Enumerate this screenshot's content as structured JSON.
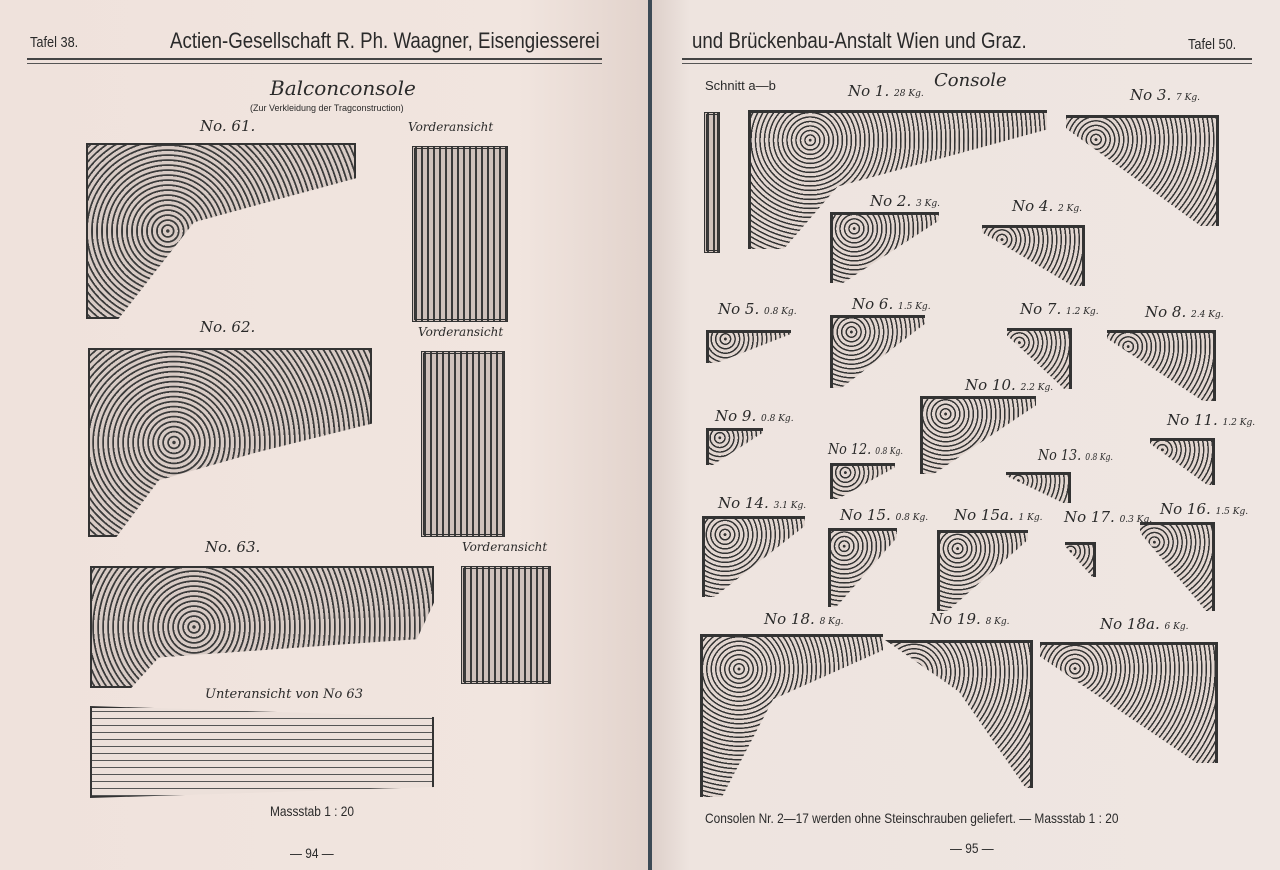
{
  "left_page": {
    "plate": "Tafel 38.",
    "header": "Actien-Gesellschaft R. Ph. Waagner, Eisengiesserei",
    "title": "Balconconsole",
    "subtitle": "(Zur Verkleidung der Tragconstruction)",
    "items": [
      {
        "number": "No. 61.",
        "view": "Vorderansicht"
      },
      {
        "number": "No. 62.",
        "view": "Vorderansicht"
      },
      {
        "number": "No. 63.",
        "view": "Vorderansicht"
      }
    ],
    "bottom_view": "Unteransicht von No 63",
    "scale": "Massstab 1 : 20",
    "page_number": "— 94 —"
  },
  "right_page": {
    "header": "und Brückenbau-Anstalt Wien und Graz.",
    "plate": "Tafel 50.",
    "title": "Console",
    "section": "Schnitt a—b",
    "items": [
      {
        "number": "No 1.",
        "weight": "28 Kg."
      },
      {
        "number": "No 2.",
        "weight": "3 Kg."
      },
      {
        "number": "No 3.",
        "weight": "7 Kg."
      },
      {
        "number": "No 4.",
        "weight": "2 Kg."
      },
      {
        "number": "No 5.",
        "weight": "0.8 Kg."
      },
      {
        "number": "No 6.",
        "weight": "1.5 Kg."
      },
      {
        "number": "No 7.",
        "weight": "1.2 Kg."
      },
      {
        "number": "No 8.",
        "weight": "2.4 Kg."
      },
      {
        "number": "No 9.",
        "weight": "0.8 Kg."
      },
      {
        "number": "No 10.",
        "weight": "2.2 Kg."
      },
      {
        "number": "No 11.",
        "weight": "1.2 Kg."
      },
      {
        "number": "No 12.",
        "weight": "0.8 Kg."
      },
      {
        "number": "No 13.",
        "weight": "0.8 Kg."
      },
      {
        "number": "No 14.",
        "weight": "3.1 Kg."
      },
      {
        "number": "No 15.",
        "weight": "0.8 Kg."
      },
      {
        "number": "No 15a.",
        "weight": "1 Kg."
      },
      {
        "number": "No 17.",
        "weight": "0.3 Kg."
      },
      {
        "number": "No 16.",
        "weight": "1.5 Kg."
      },
      {
        "number": "No 18.",
        "weight": "8 Kg."
      },
      {
        "number": "No 19.",
        "weight": "8 Kg."
      },
      {
        "number": "No 18a.",
        "weight": "6 Kg."
      }
    ],
    "note": "Consolen Nr. 2—17 werden ohne Steinschrauben geliefert. — Massstab 1 : 20",
    "page_number": "— 95 —"
  }
}
